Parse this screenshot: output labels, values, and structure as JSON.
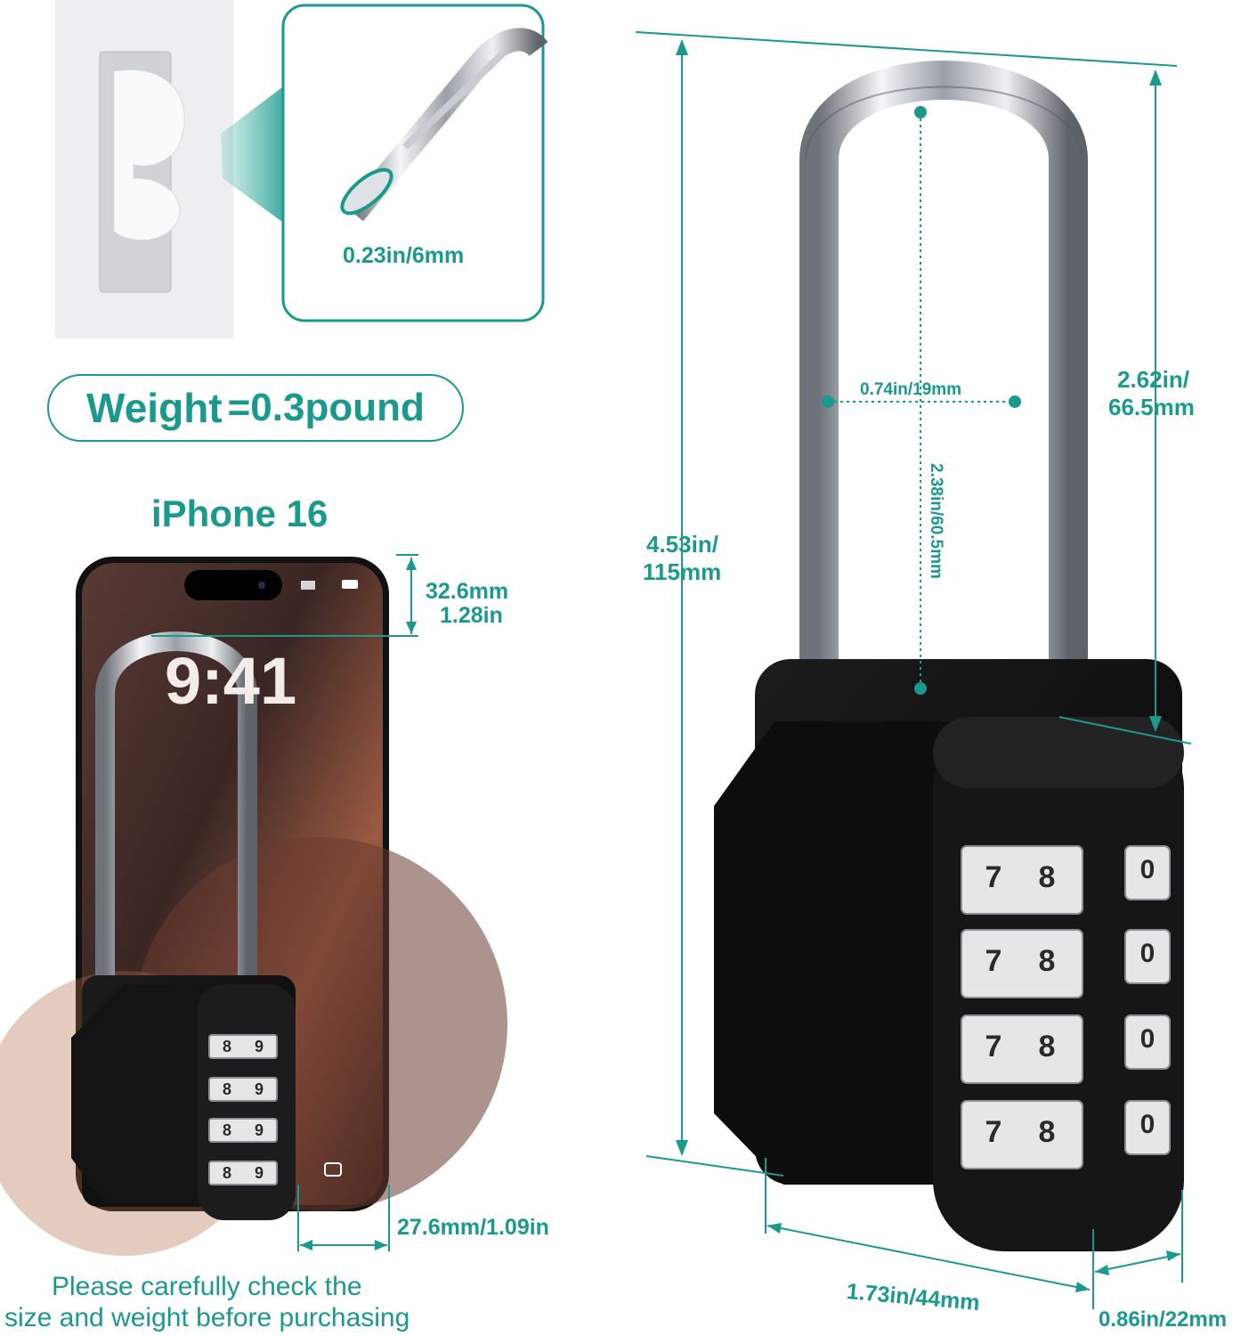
{
  "shackle_detail": {
    "diameter_label": "0.23in/6mm"
  },
  "weight": {
    "label": "Weight",
    "value": "=0.3pound"
  },
  "phone_comparison": {
    "title": "iPhone 16",
    "clock": "9:41",
    "top_gap_mm": "32.6mm",
    "top_gap_in": "1.28in",
    "width_label": "27.6mm/1.09in",
    "dial_digits_left": "8",
    "dial_digits_right": "9"
  },
  "notice": {
    "line1": "Please carefully check the",
    "line2": "size and weight before purchasing"
  },
  "dimensions": {
    "total_height_in": "4.53in/",
    "total_height_mm": "115mm",
    "shackle_height_in": "2.62in/",
    "shackle_height_mm": "66.5mm",
    "inner_width": "0.74in/19mm",
    "inner_height": "2.38in/60.5mm",
    "body_width": "1.73in/44mm",
    "body_depth": "0.86in/22mm"
  },
  "lock_dials": {
    "left_digit": "7",
    "right_digit": "8",
    "side_digit": "0"
  },
  "colors": {
    "accent": "#1a9a8c",
    "lock_body": "#0b0b0b",
    "chrome": "#c8ccd2",
    "dial_face": "#e6e6e6"
  }
}
